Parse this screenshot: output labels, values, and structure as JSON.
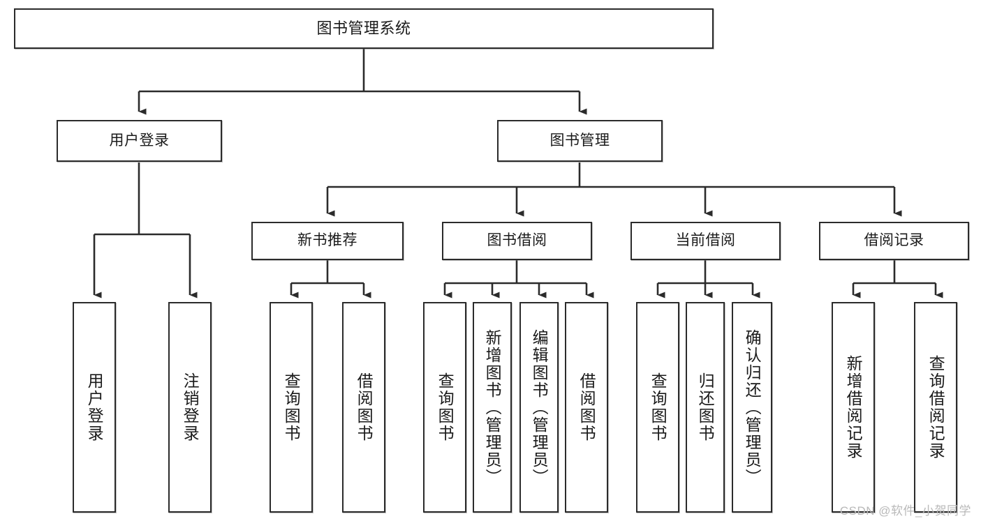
{
  "diagram": {
    "title": "图书管理系统",
    "type": "tree",
    "watermark": "CSDN @软件_小贺同学",
    "colors": {
      "border": "#2b2b2b",
      "background": "#ffffff",
      "text": "#1a1a1a",
      "edge": "#2b2b2b",
      "watermark": "#b9b9b9"
    },
    "nodes": {
      "root": {
        "label": "图书管理系统"
      },
      "level2": [
        {
          "id": "user-login",
          "label": "用户登录"
        },
        {
          "id": "book-manage",
          "label": "图书管理"
        }
      ],
      "level3": [
        {
          "id": "new-book-recommend",
          "label": "新书推荐"
        },
        {
          "id": "book-borrow",
          "label": "图书借阅"
        },
        {
          "id": "current-borrow",
          "label": "当前借阅"
        },
        {
          "id": "borrow-record",
          "label": "借阅记录"
        }
      ],
      "leaves": {
        "user-login": [
          {
            "id": "leaf-user-login",
            "label": "用户登录"
          },
          {
            "id": "leaf-user-logout",
            "label": "注销登录"
          }
        ],
        "new-book-recommend": [
          {
            "id": "leaf-query-book-1",
            "label": "查询图书"
          },
          {
            "id": "leaf-borrow-book-1",
            "label": "借阅图书"
          }
        ],
        "book-borrow": [
          {
            "id": "leaf-query-book-2",
            "label": "查询图书"
          },
          {
            "id": "leaf-add-book-admin",
            "label": "新增图书（管理员）"
          },
          {
            "id": "leaf-edit-book-admin",
            "label": "编辑图书（管理员）"
          },
          {
            "id": "leaf-borrow-book-2",
            "label": "借阅图书"
          }
        ],
        "current-borrow": [
          {
            "id": "leaf-query-book-3",
            "label": "查询图书"
          },
          {
            "id": "leaf-return-book",
            "label": "归还图书"
          },
          {
            "id": "leaf-confirm-return-admin",
            "label": "确认归还（管理员）"
          }
        ],
        "borrow-record": [
          {
            "id": "leaf-add-borrow-record",
            "label": "新增借阅记录"
          },
          {
            "id": "leaf-query-borrow-record",
            "label": "查询借阅记录"
          }
        ]
      }
    }
  }
}
